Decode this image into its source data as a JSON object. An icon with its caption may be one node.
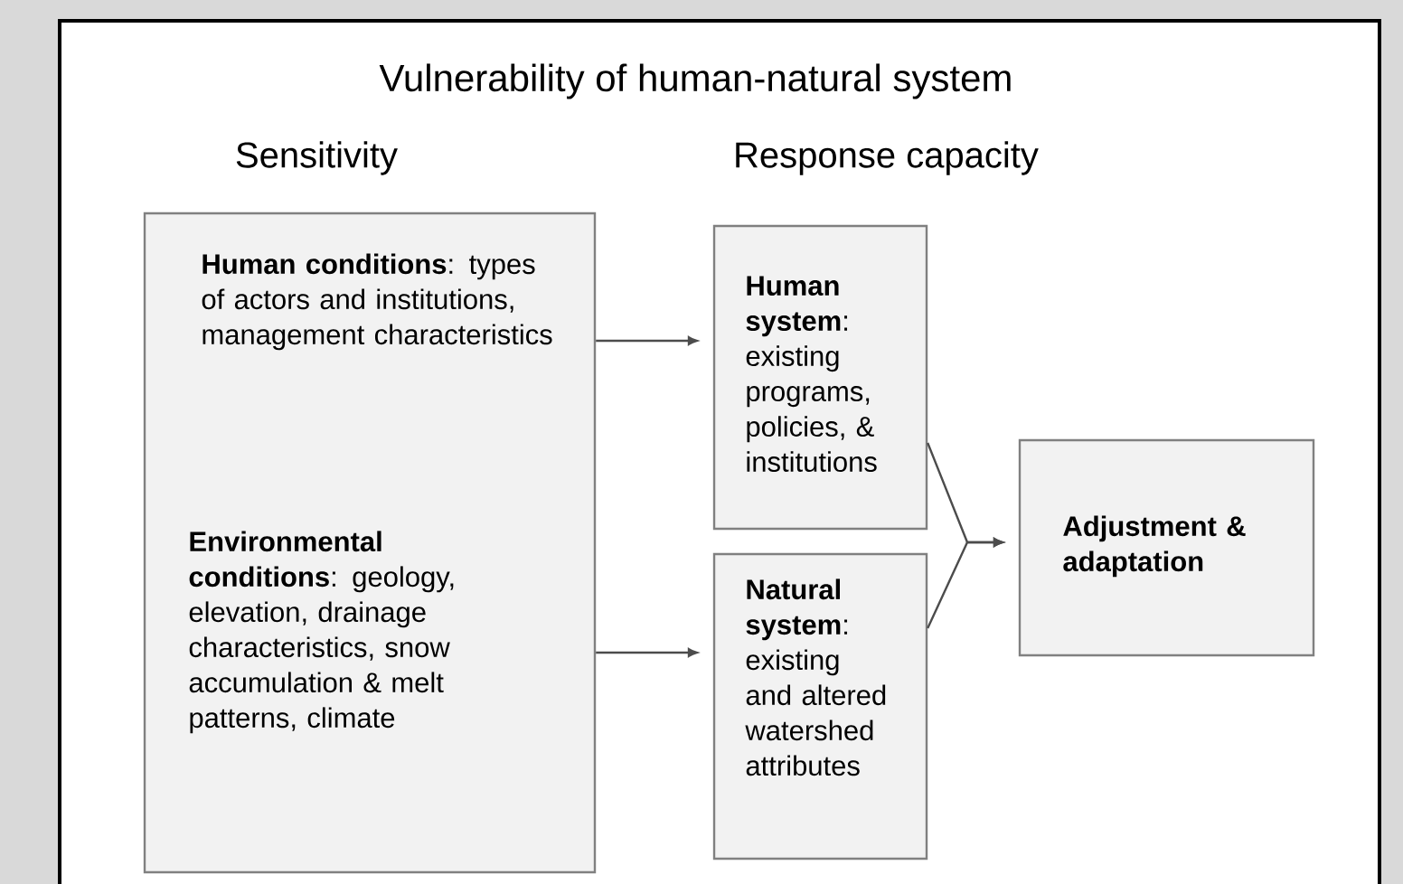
{
  "diagram": {
    "title": "Vulnerability of human-natural system",
    "nodes": [
      {
        "text": [
          "Sensitivity",
          "**Human conditions**: types of actors and institutions, management characteristics",
          "**Environmental conditions**: geology, elevation, drainage characteristics, snow accumulation & melt patterns, climate"
        ]
      },
      {
        "text": [
          "**Human system**: existing programs, policies, & institutions"
        ]
      },
      {
        "text": [
          "**Natural system**: existing and altered watershed attributes"
        ]
      },
      {
        "text": [
          "**Adjustment & adaptation**"
        ]
      }
    ],
    "edges": [
      {
        "from": 0,
        "to": 1,
        "arrow": "to"
      },
      {
        "from": 0,
        "to": 2,
        "arrow": "to"
      },
      {
        "from": 1,
        "to": 3,
        "arrow": "to"
      },
      {
        "from": 2,
        "to": 3,
        "arrow": "to"
      }
    ],
    "labels": [
      "Response capacity"
    ]
  }
}
